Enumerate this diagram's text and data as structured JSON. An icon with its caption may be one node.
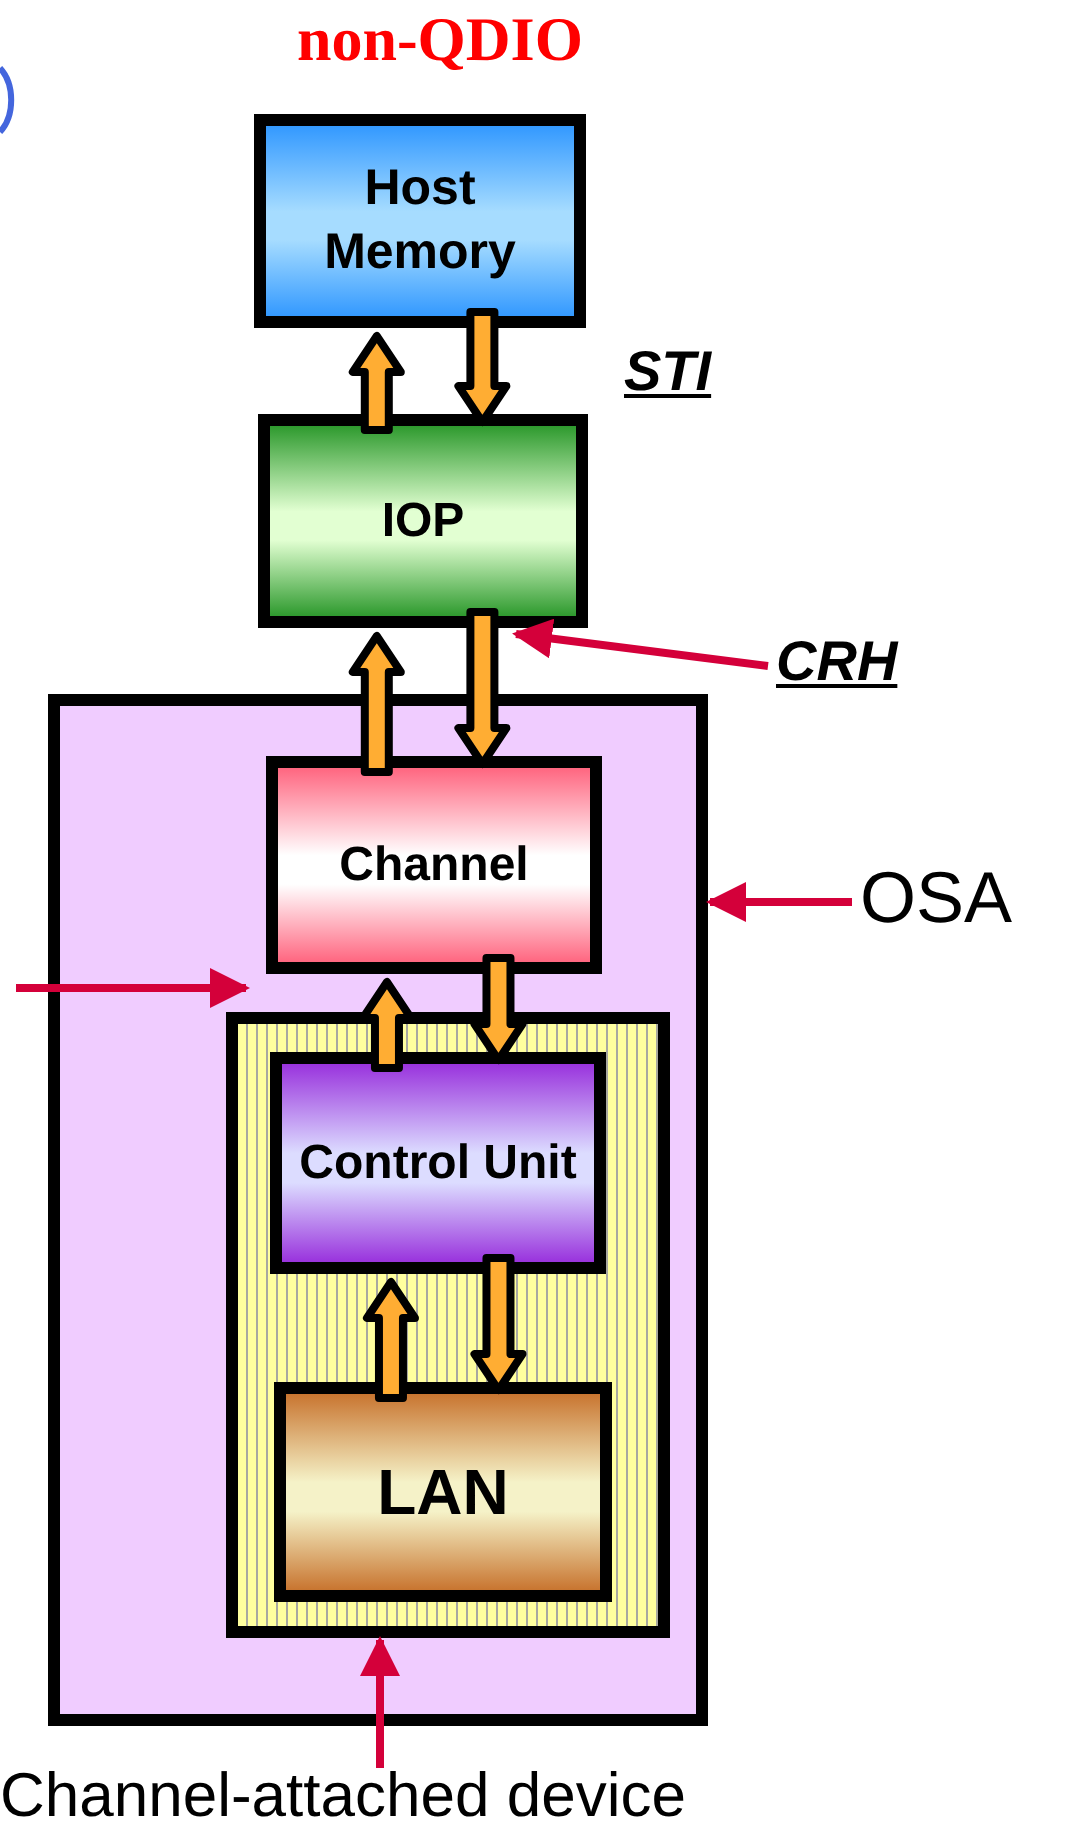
{
  "diagram": {
    "title": "non-QDIO",
    "nodes": [
      {
        "text": [
          "Host Memory"
        ]
      },
      {
        "text": [
          "IOP"
        ]
      },
      {
        "text": [],
        "shape": "box"
      },
      {
        "text": [
          "Channel"
        ],
        "in": 2
      },
      {
        "text": [],
        "shape": "box",
        "in": 2
      },
      {
        "text": [
          "Control Unit"
        ],
        "in": 4
      },
      {
        "text": [
          "LAN"
        ],
        "in": 4
      },
      {
        "text": [
          "OSA"
        ]
      },
      {
        "text": [
          "Channel-attached device"
        ]
      },
      {
        "text": [
          "CRH"
        ]
      }
    ],
    "edges": [
      {
        "from": 1,
        "to": 0,
        "arrow": "to"
      },
      {
        "from": 0,
        "to": 1,
        "arrow": "to"
      },
      {
        "from": 3,
        "to": 1,
        "arrow": "to"
      },
      {
        "from": 1,
        "to": 3,
        "arrow": "to"
      },
      {
        "from": 5,
        "to": 3,
        "arrow": "to"
      },
      {
        "from": 3,
        "to": 5,
        "arrow": "to"
      },
      {
        "from": 6,
        "to": 5,
        "arrow": "to"
      },
      {
        "from": 5,
        "to": 6,
        "arrow": "to"
      },
      {
        "from": 9,
        "to": 1,
        "arrow": "to",
        "color": "#d4003a"
      },
      {
        "from": 7,
        "to": 2,
        "arrow": "to",
        "color": "#d4003a"
      },
      {
        "from": null,
        "to": 3,
        "arrow": "to",
        "color": "#d4003a"
      },
      {
        "from": 8,
        "to": 4,
        "arrow": "to",
        "color": "#d4003a"
      }
    ],
    "labels": [
      "STI"
    ]
  }
}
